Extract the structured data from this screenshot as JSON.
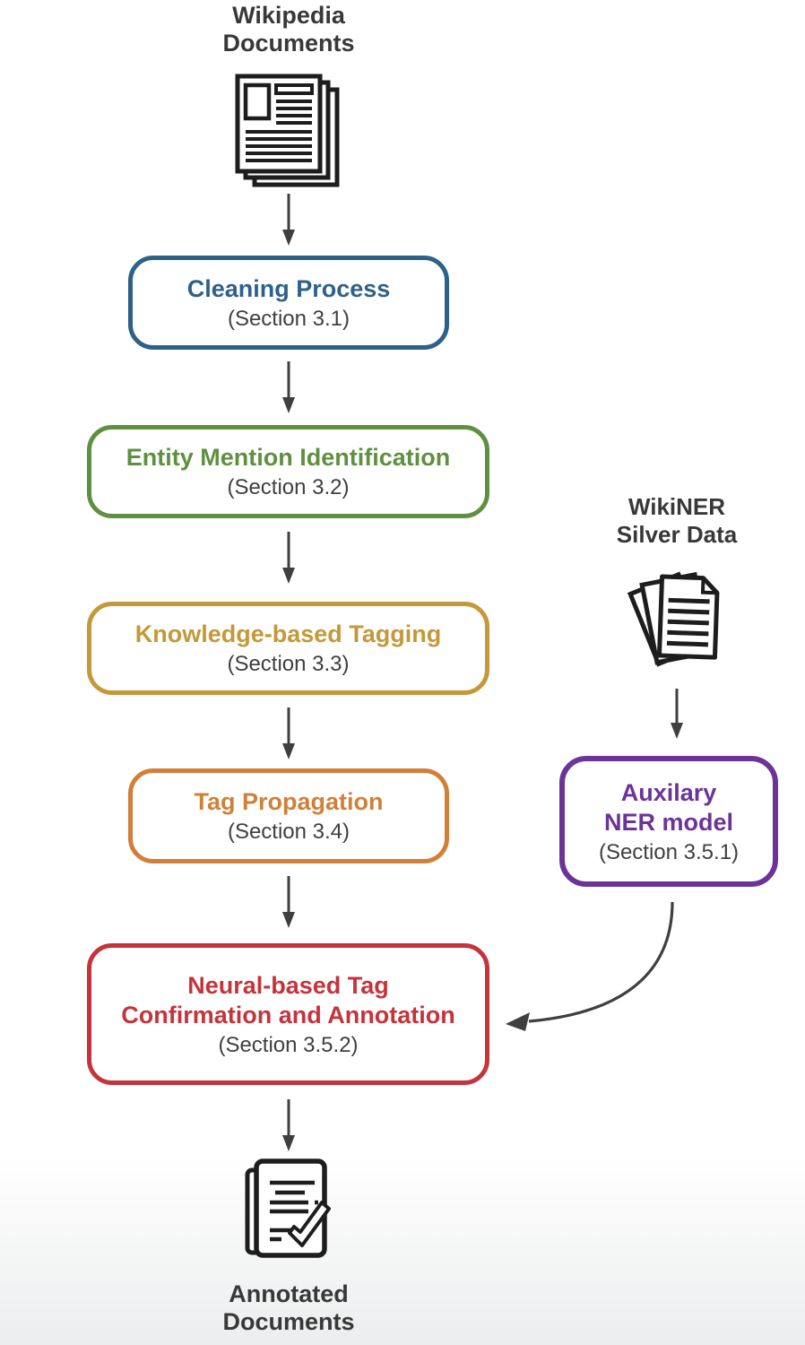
{
  "canvas": {
    "background_top": "#FFFFFF",
    "background_bottom": "#EBECEE"
  },
  "arrow_color": "#3F3F3F",
  "text_gray": "#3F3F3F",
  "label_color": "#383838",
  "sources": {
    "wikipedia": {
      "line1": "Wikipedia",
      "line2": "Documents",
      "icon": "newspaper-stack-icon"
    },
    "wikiner": {
      "line1": "WikiNER",
      "line2": "Silver Data",
      "icon": "paper-stack-icon"
    }
  },
  "steps": [
    {
      "title": "Cleaning Process",
      "section": "(Section 3.1)",
      "color": "#2E6188"
    },
    {
      "title": "Entity Mention Identification",
      "section": "(Section 3.2)",
      "color": "#5E9040"
    },
    {
      "title": "Knowledge-based Tagging",
      "section": "(Section 3.3)",
      "color": "#C59839"
    },
    {
      "title": "Tag Propagation",
      "section": "(Section 3.4)",
      "color": "#D08038"
    },
    {
      "title_line1": "Neural-based Tag",
      "title_line2": "Confirmation and Annotation",
      "section": "(Section 3.5.2)",
      "color": "#C5343B"
    }
  ],
  "aux_model": {
    "title_line1": "Auxilary",
    "title_line2": "NER model",
    "section": "(Section 3.5.1)",
    "color": "#6C3399"
  },
  "output": {
    "line1": "Annotated",
    "line2": "Documents",
    "icon": "document-check-icon"
  }
}
